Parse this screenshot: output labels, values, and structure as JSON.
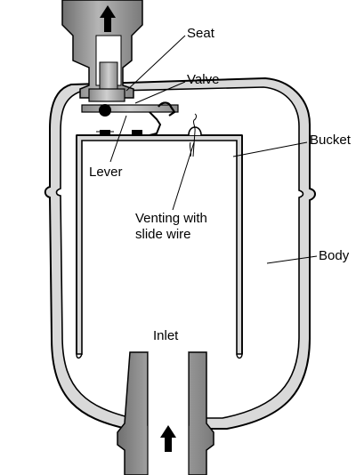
{
  "labels": {
    "seat": "Seat",
    "valve": "Valve",
    "bucket": "Bucket",
    "lever": "Lever",
    "venting_line1": "Venting with",
    "venting_line2": "slide wire",
    "body": "Body",
    "inlet": "Inlet"
  }
}
